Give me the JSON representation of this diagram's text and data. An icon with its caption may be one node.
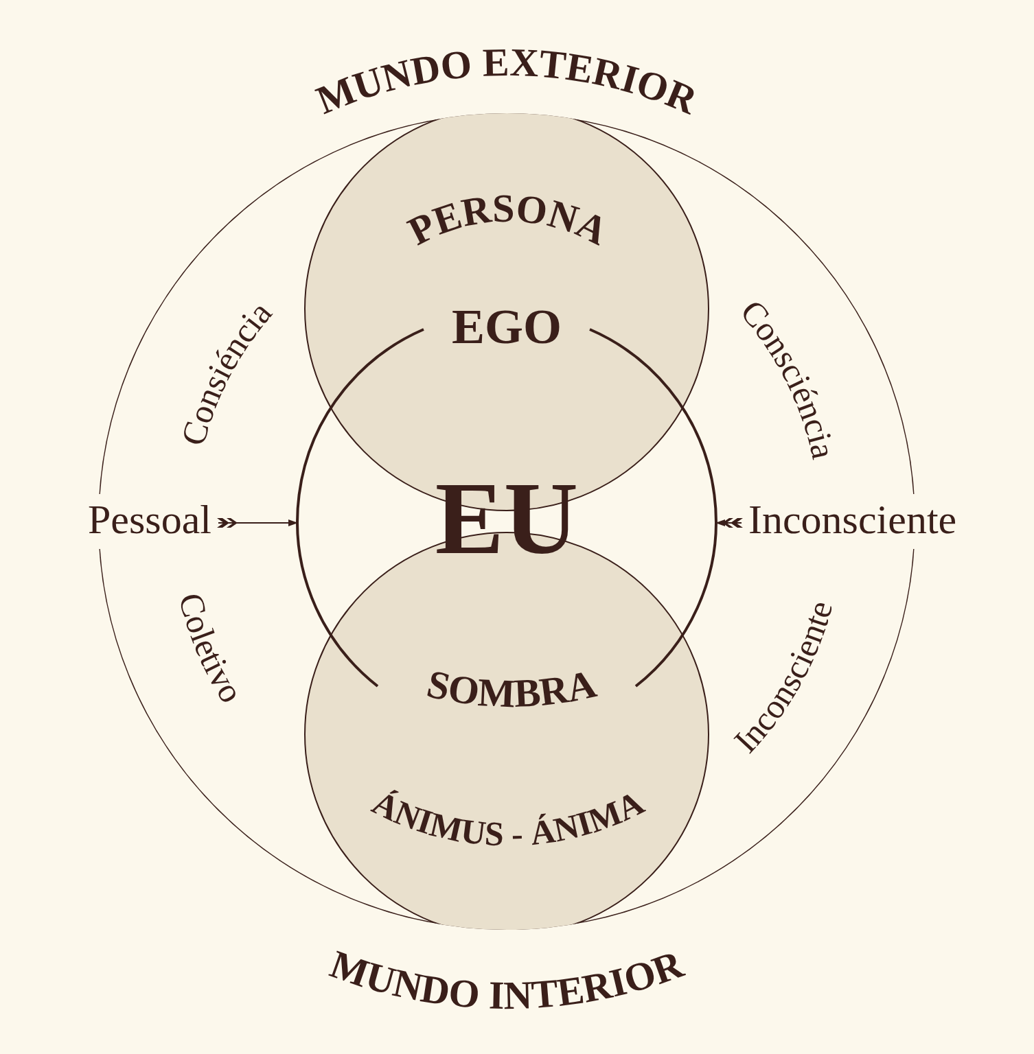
{
  "diagram": {
    "nodes": [
      {
        "text": [],
        "shape": "circle"
      },
      {
        "text": [
          "PERSONA"
        ],
        "in": 0
      },
      {
        "text": [
          "EU"
        ],
        "in": 0
      },
      {
        "text": [
          "ÁNIMUS - ÁNIMA"
        ],
        "in": 0
      },
      {
        "text": [
          "Pessoal"
        ]
      },
      {
        "text": [
          "Inconsciente"
        ]
      }
    ],
    "edges": [
      {
        "from": 4,
        "to": 2,
        "arrow": "to"
      },
      {
        "from": 5,
        "to": 2,
        "arrow": "to"
      }
    ],
    "labels": [
      "MUNDO EXTERIOR",
      "Consiéncia",
      "Consciéncia",
      "EGO",
      "Coletivo",
      "Inconsciente",
      "SOMBRA",
      "MUNDO INTERIOR"
    ]
  }
}
